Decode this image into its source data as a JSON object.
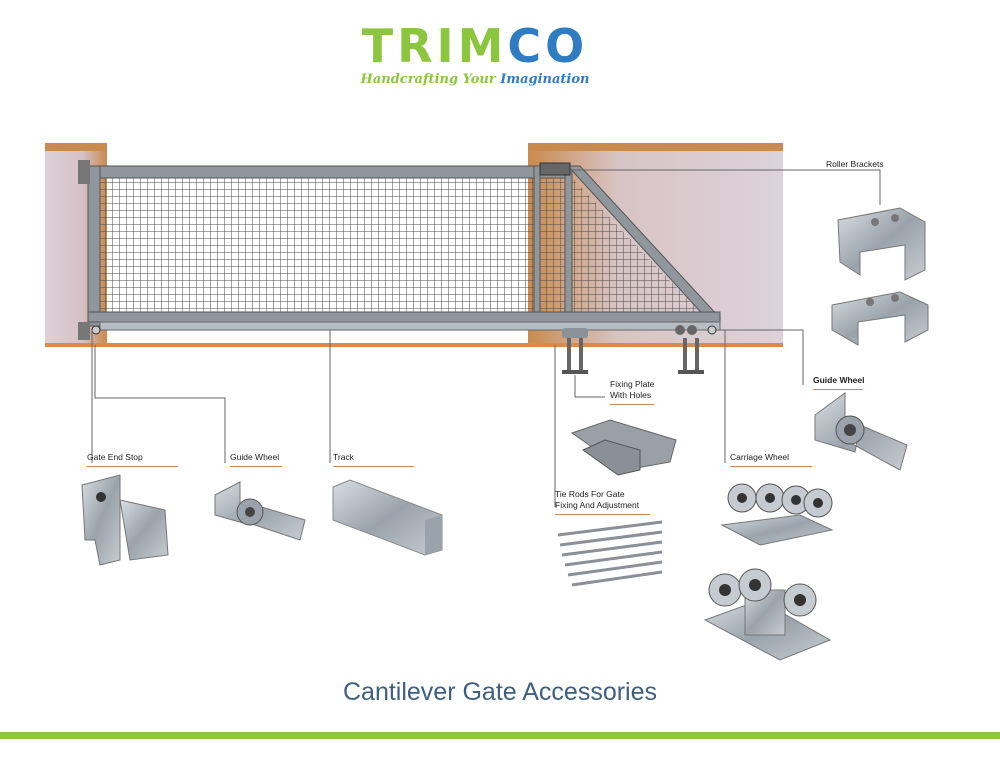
{
  "logo": {
    "word_green": "TRIM",
    "word_blue": "CO",
    "tagline_green": "Handcrafting Your",
    "tagline_blue": "Imagination"
  },
  "labels": {
    "roller_brackets": "Roller Brackets",
    "gate_end_stop": "Gate End Stop",
    "guide_wheel_left": "Guide Wheel",
    "track": "Track",
    "fixing_plate": [
      "Fixing Plate",
      "With Holes"
    ],
    "tie_rods": [
      "Tie Rods For Gate",
      "Fixing And Adjustment"
    ],
    "carriage_wheel": "Carriage Wheel",
    "guide_wheel_right": "Guide Wheel"
  },
  "title": "Cantilever Gate Accessories",
  "colors": {
    "green": "#8dc63f",
    "blue": "#2f7cc2",
    "title": "#3e5f80",
    "accent_line": "#c9875a"
  }
}
